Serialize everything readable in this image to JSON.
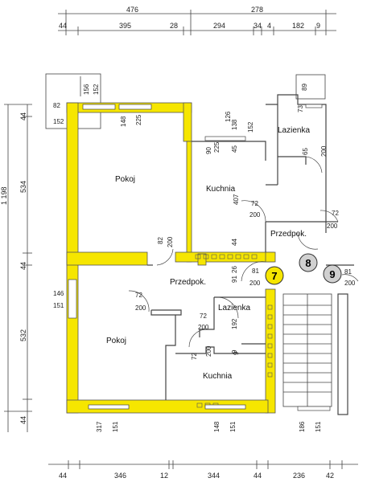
{
  "colors": {
    "wall_fill": "#f6e600",
    "wall_stroke": "#555555",
    "line": "#444444",
    "badge_active": "#f6e600",
    "badge_inactive": "#d0d0d0"
  },
  "dimensions": {
    "top_row_1": [
      "476",
      "278"
    ],
    "top_row_2": [
      "44",
      "395",
      "28",
      "294",
      "34",
      "4",
      "182",
      "9"
    ],
    "left_col": [
      "44",
      "534",
      "44",
      "532",
      "44"
    ],
    "left_total": "1 198",
    "bottom_row": [
      "44",
      "346",
      "12",
      "344",
      "44",
      "236",
      "42"
    ]
  },
  "rooms": {
    "pokoj_top": "Pokoj",
    "kuchnia_top": "Kuchnia",
    "lazienka_top": "Lazienka",
    "przedpok_top": "Przedpok.",
    "przedpok_main": "Przedpok.",
    "pokoj_bottom": "Pokoj",
    "lazienka_bottom": "Lazienka",
    "kuchnia_bottom": "Kuchnia"
  },
  "labels": {
    "win_82": "82",
    "win_152_l": "152",
    "win_156": "156",
    "win_152_t": "152",
    "win_148_t": "148",
    "win_225_t": "225",
    "k_126": "126",
    "k_138": "138",
    "k_152": "152",
    "k_225": "225",
    "k_90": "90",
    "k_45": "45",
    "k_407": "407",
    "l_89": "89",
    "l_73": "73",
    "l_65": "65",
    "l_200": "200",
    "d_72a": "72",
    "d_200a": "200",
    "d_72b": "72",
    "d_200b": "200",
    "h_44": "44",
    "p_82": "82",
    "p_200": "200",
    "c_91": "91",
    "c_26": "26",
    "c_81": "81",
    "c_200": "200",
    "r_81": "81",
    "r_200": "200",
    "bw_146": "146",
    "bw_151": "151",
    "mid_72": "72",
    "mid_200": "200",
    "b_72": "72",
    "b_200": "200",
    "b_192": "192",
    "b_9": "9",
    "bk_72": "72",
    "bk_200": "200",
    "bk_9": "9",
    "w_317": "317",
    "w_151a": "151",
    "w_148": "148",
    "w_151b": "151",
    "w_186": "186",
    "w_151c": "151"
  },
  "markers": [
    "7",
    "8",
    "9"
  ]
}
